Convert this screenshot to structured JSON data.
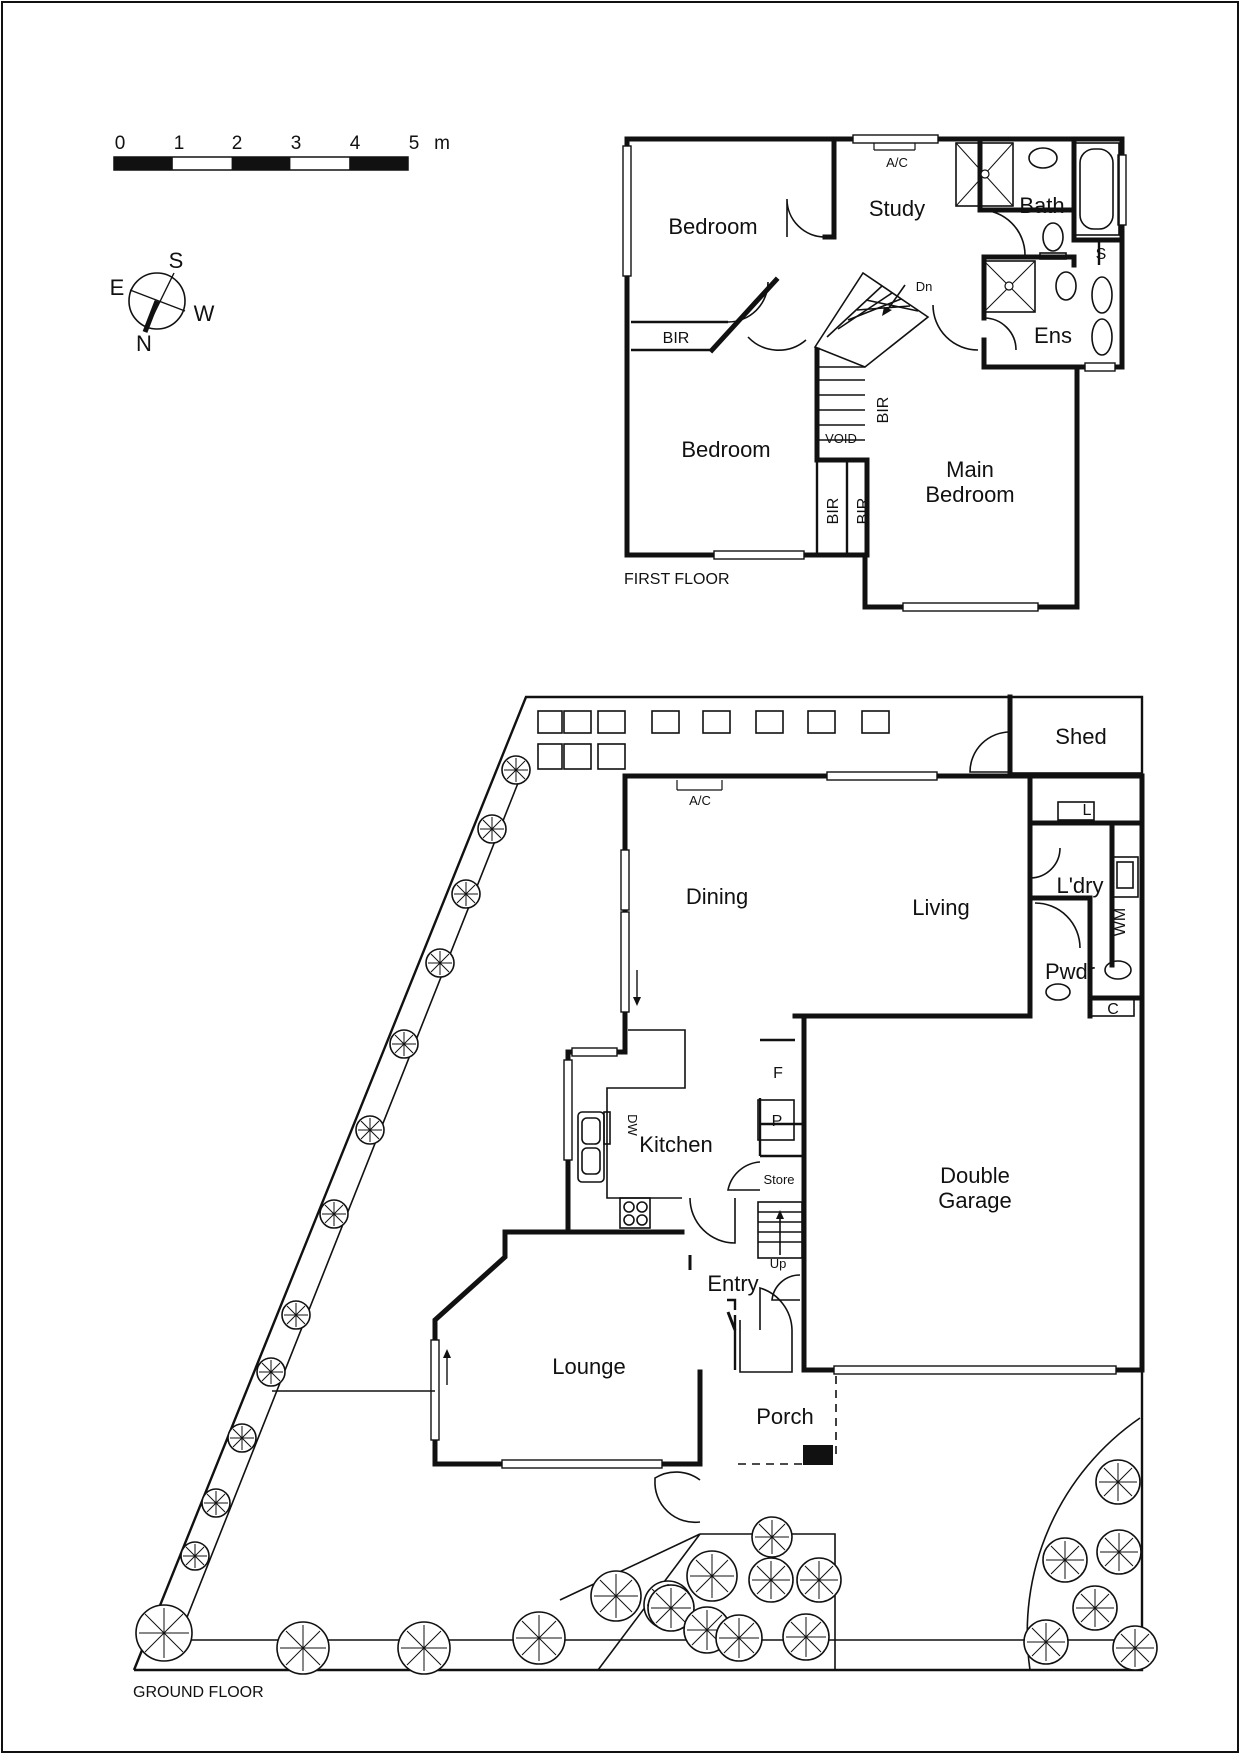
{
  "scale_bar": {
    "ticks": [
      "0",
      "1",
      "2",
      "3",
      "4",
      "5"
    ],
    "unit": "m"
  },
  "compass": {
    "labels": [
      "S",
      "E",
      "W",
      "N"
    ]
  },
  "first_floor": {
    "label": "FIRST FLOOR",
    "rooms": {
      "bedroom_1": "Bedroom",
      "study": "Study",
      "bath": "Bath",
      "s": "S",
      "dn": "Dn",
      "ac": "A/C",
      "bir_1": "BIR",
      "ens": "Ens",
      "bedroom_2": "Bedroom",
      "void": "VOID",
      "bir_2": "BIR",
      "bir_3": "BIR",
      "bir_4": "BIR",
      "main_bedroom_line1": "Main",
      "main_bedroom_line2": "Bedroom"
    }
  },
  "ground_floor": {
    "label": "GROUND FLOOR",
    "rooms": {
      "shed": "Shed",
      "ac": "A/C",
      "l": "L",
      "dining": "Dining",
      "living": "Living",
      "laundry": "L'dry",
      "wm": "WM",
      "powder": "Pwdr",
      "c": "C",
      "f": "F",
      "p": "P",
      "dw": "DW",
      "kitchen": "Kitchen",
      "store": "Store",
      "up": "Up",
      "garage_line1": "Double",
      "garage_line2": "Garage",
      "entry": "Entry",
      "lounge": "Lounge",
      "porch": "Porch"
    }
  }
}
